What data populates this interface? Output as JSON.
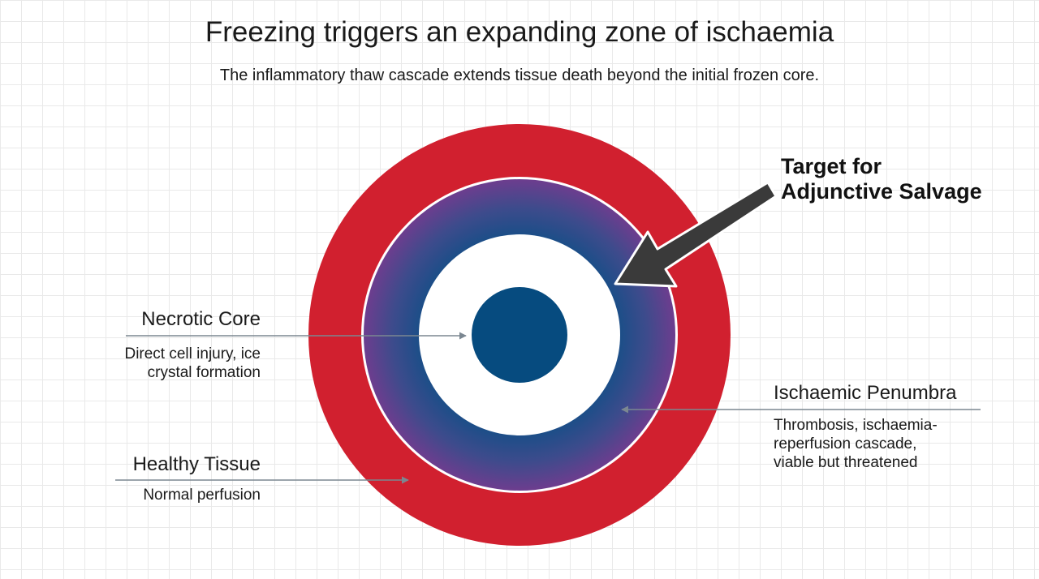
{
  "title": "Freezing triggers an expanding zone of ischaemia",
  "subtitle": "The inflammatory thaw cascade extends tissue death beyond the initial frozen core.",
  "callout": {
    "line1": "Target for",
    "line2": "Adjunctive Salvage"
  },
  "zones": {
    "necrotic_core": {
      "name": "Necrotic Core",
      "desc_line1": "Direct cell injury, ice",
      "desc_line2": "crystal formation"
    },
    "ischaemic_penumbra": {
      "name": "Ischaemic Penumbra",
      "desc_line1": "Thrombosis, ischaemia-",
      "desc_line2": "reperfusion cascade,",
      "desc_line3": "viable but threatened"
    },
    "healthy_tissue": {
      "name": "Healthy Tissue",
      "desc_line1": "Normal perfusion"
    }
  },
  "colors": {
    "healthy": "#d1202f",
    "penumbra_outer": "#6d3d8e",
    "penumbra_inner": "#1b4e88",
    "frozen_ring": "#ffffff",
    "core": "#064b7f",
    "callout_arrow": "#3a3a3a",
    "pointer": "#7b8791"
  }
}
